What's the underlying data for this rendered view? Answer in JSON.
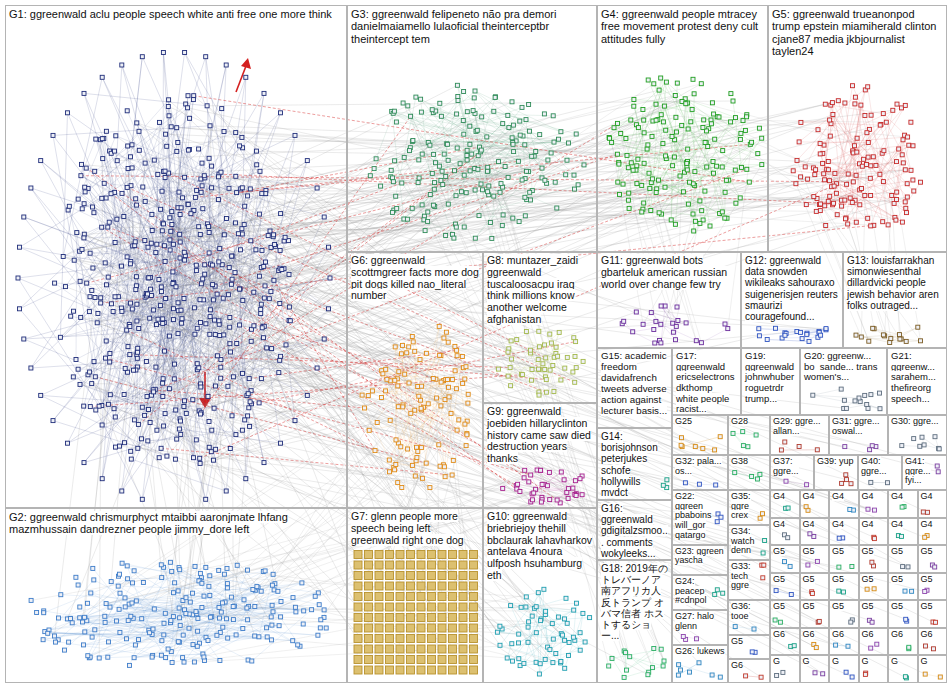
{
  "diagram": {
    "nodes": [
      {
        "text": [
          "G1: ggreenwald aclu people speech white anti free one more think"
        ]
      },
      {
        "text": [
          "G2: ggreenwald chrismurphyct mtaibbi aaronjmate lhfang mazmhussain dandrezner people jimmy_dore left"
        ]
      },
      {
        "text": [
          "G3: ggreenwald felipeneto não pra demori danielmaiamello lulaoficial theinterceptbr theintercept tem"
        ]
      },
      {
        "text": [
          "G4: ggreenwald people mtracey free movement protest deny cult attitudes fully"
        ]
      },
      {
        "text": [
          "G5: ggreenwald trueanonpod trump epstein miamiherald clinton cjane87 media jkbjournalist taylen24"
        ]
      },
      {
        "text": [
          "G6: ggreenwald scottmgreer facts more dog pit dogs killed nao_literal number"
        ]
      },
      {
        "text": [
          "G7: glenn people more speech being left greenwald right one dog"
        ]
      },
      {
        "text": [
          "G8: muntazer_zaidi ggreenwald tuscaloosacpu iraq think millions know another welcome afghanistan"
        ]
      },
      {
        "text": [
          "G9: ggreenwald joebiden hillaryclinton history came saw died destruction years thanks"
        ]
      },
      {
        "text": [
          "G10: ggreenwald briebriejoy thehill bbclaurak lahavharkov antelava 4noura ulfposh hsuhamburg eth"
        ]
      },
      {
        "text": [
          "G11: ggreenwald bots gbarteluk american russian world over change few try"
        ]
      },
      {
        "text": [
          "G12: ggreenwald data snowden wikileaks sahouraxo suigenerisjen reuters smaurizi couragefound..."
        ]
      },
      {
        "text": [
          "G13: louisfarrakhan simonwiesenthal dillardvicki people jewish behavior aren folks outraged..."
        ]
      },
      {
        "text": [
          "G14: borisjohnson peterjukes schofe hollywills mvdct"
        ]
      },
      {
        "text": [
          "G15: academic freedom davidafrench tweets adverse action against lecturer basis..."
        ]
      },
      {
        "text": [
          "G16: ggreenwald gdigitalzsmoo... comments wokyleeks..."
        ]
      },
      {
        "text": [
          "G17: ggreenwald ericselectrons dkthomp white people racist..."
        ]
      },
      {
        "text": [
          "G18: 2019年の トレバーノア 南アフリカ人 反トランプ オバマ信者 ホストするショー..."
        ]
      },
      {
        "text": [
          "G19: ggreenwald johnwhuber roguetrdr trump..."
        ]
      },
      {
        "text": [
          "G20: ggreenw... bo_sande... trans women's..."
        ]
      },
      {
        "text": [
          "G21: ggreenw... sarahem... thefireorg speech..."
        ]
      },
      {
        "text": [
          "G22: ggreen pbaboins will_gor qatargo"
        ]
      },
      {
        "text": [
          "G23: ggreen yascha"
        ]
      },
      {
        "text": [
          "G24: peacep #cdnpol"
        ]
      },
      {
        "text": [
          "G25"
        ]
      },
      {
        "text": [
          "G26: lukews"
        ]
      },
      {
        "text": [
          "G27: halo glenn"
        ]
      },
      {
        "text": [
          "G28"
        ]
      },
      {
        "text": [
          "G29: ggre... allan..."
        ]
      },
      {
        "text": [
          "G30: ggre..."
        ]
      },
      {
        "text": [
          "G31: ggre... oswal..."
        ]
      },
      {
        "text": [
          "G32: pala... os..."
        ]
      },
      {
        "text": [
          "G33: tech ggre"
        ]
      },
      {
        "text": [
          "G34: watch denn"
        ]
      },
      {
        "text": [
          "G35: ggre crex"
        ]
      },
      {
        "text": [
          "G36: tooe"
        ]
      },
      {
        "text": [
          "G37: ggre..."
        ]
      },
      {
        "text": [
          "G38"
        ]
      },
      {
        "text": [
          "G39: yup"
        ]
      },
      {
        "text": [
          "G40: ggre..."
        ]
      },
      {
        "text": [
          "G41: ggre... fyi..."
        ]
      },
      {
        "text": [
          "G5"
        ]
      },
      {
        "text": [
          "G6"
        ]
      },
      {
        "text": [
          "G4"
        ]
      },
      {
        "text": [
          "G4"
        ]
      },
      {
        "text": [
          "G4"
        ]
      },
      {
        "text": [
          "G4"
        ]
      },
      {
        "text": [
          "G4"
        ]
      },
      {
        "text": [
          "G4"
        ]
      },
      {
        "text": [
          "G4"
        ]
      },
      {
        "text": [
          "G4"
        ]
      },
      {
        "text": [
          "G4"
        ]
      },
      {
        "text": [
          "G4"
        ]
      },
      {
        "text": [
          "G4"
        ]
      },
      {
        "text": [
          "G4"
        ]
      },
      {
        "text": [
          "G5"
        ]
      },
      {
        "text": [
          "G5"
        ]
      },
      {
        "text": [
          "G5"
        ]
      },
      {
        "text": [
          "G5"
        ]
      },
      {
        "text": [
          "G5"
        ]
      },
      {
        "text": [
          "G5"
        ]
      },
      {
        "text": [
          "G5"
        ]
      },
      {
        "text": [
          "G5"
        ]
      },
      {
        "text": [
          "G5"
        ]
      },
      {
        "text": [
          "G5"
        ]
      },
      {
        "text": [
          "G5"
        ]
      },
      {
        "text": [
          "G5"
        ]
      },
      {
        "text": [
          "G5"
        ]
      },
      {
        "text": [
          "G5"
        ]
      },
      {
        "text": [
          "G5"
        ]
      },
      {
        "text": [
          "G5"
        ]
      },
      {
        "text": [
          "G5"
        ]
      },
      {
        "text": [
          "G5"
        ]
      },
      {
        "text": [
          "G6"
        ]
      },
      {
        "text": [
          "G6"
        ]
      },
      {
        "text": [
          "G6"
        ]
      },
      {
        "text": [
          "G6"
        ]
      },
      {
        "text": [
          "G6"
        ]
      },
      {
        "text": [
          "G6"
        ]
      },
      {
        "text": [
          "G"
        ]
      },
      {
        "text": [
          "G"
        ]
      },
      {
        "text": [
          "G"
        ]
      },
      {
        "text": [
          "G"
        ]
      },
      {
        "text": [
          "G"
        ]
      },
      {
        "text": [
          "G"
        ]
      }
    ]
  }
}
